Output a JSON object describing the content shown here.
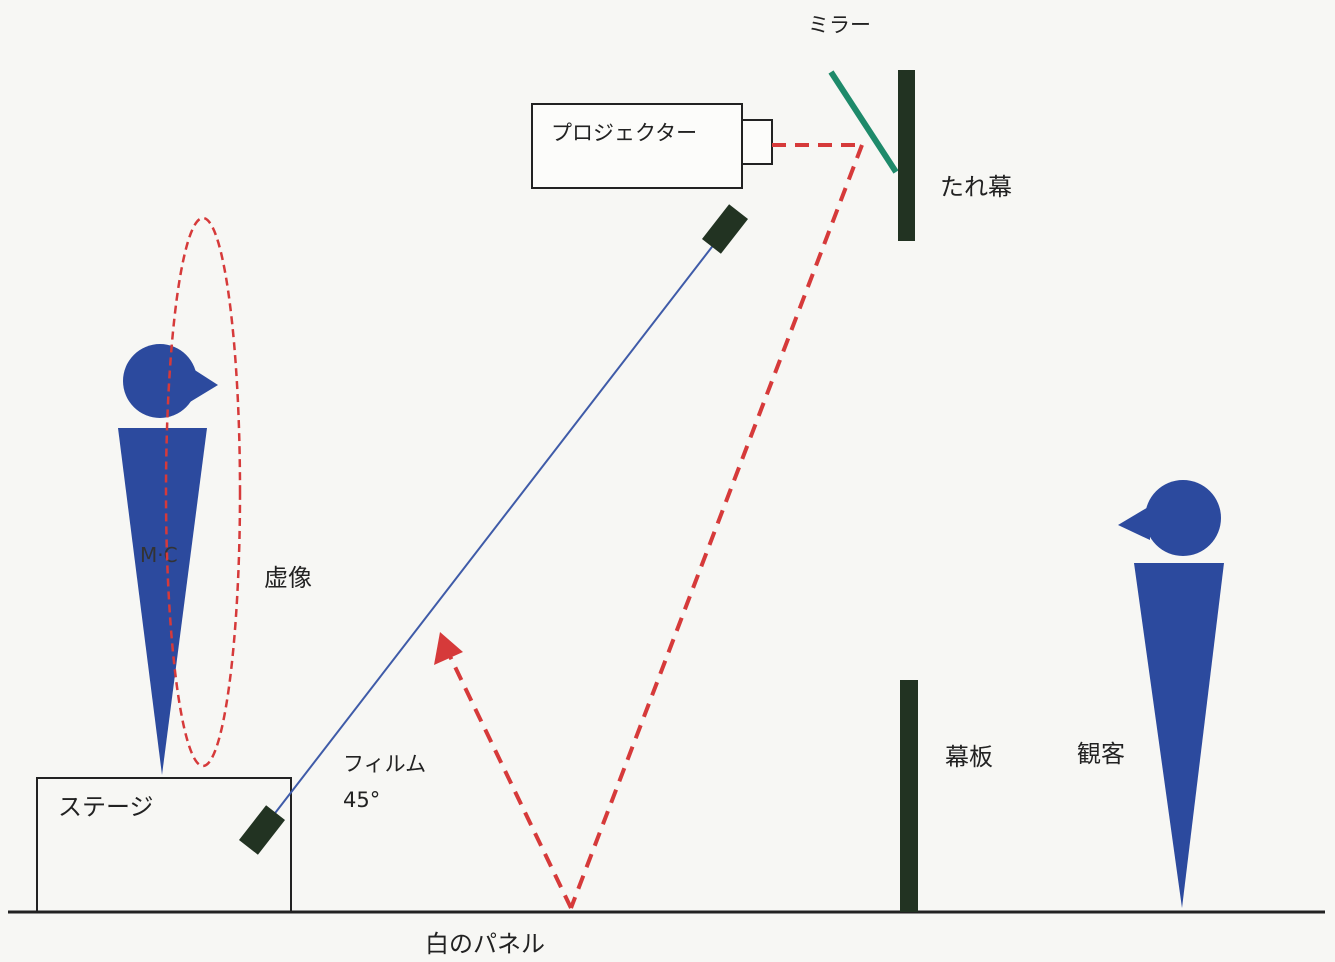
{
  "labels": {
    "mirror": "ミラー",
    "projector": "プロジェクター",
    "curtain": "たれ幕",
    "mc": "M·C",
    "virtual_image": "虚像",
    "film": "フィルム",
    "angle": "45°",
    "stage": "ステージ",
    "panel": "白のパネル",
    "screen_board": "幕板",
    "audience": "観客"
  },
  "colors": {
    "figure": "#2c4a9e",
    "dark_bar": "#223322",
    "mirror": "#1e8a6a",
    "light_path": "#d63a3a",
    "film_line": "#3f5ba8",
    "outline": "#222222"
  }
}
